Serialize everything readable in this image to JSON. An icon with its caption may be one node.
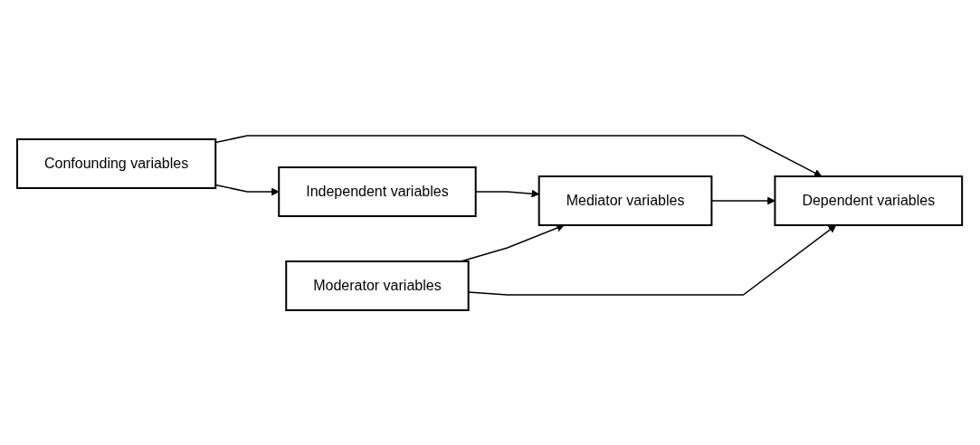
{
  "diagram": {
    "nodes": [
      {
        "text": [
          "Confounding variables"
        ]
      },
      {
        "text": [
          "Independent variables"
        ]
      },
      {
        "text": [
          "Mediator variables"
        ]
      },
      {
        "text": [
          "Dependent variables"
        ]
      },
      {
        "text": [
          "Moderator variables"
        ]
      }
    ],
    "edges": [
      {
        "from": 0,
        "to": 1,
        "arrow": "to"
      },
      {
        "from": 0,
        "to": 3,
        "arrow": "to"
      },
      {
        "from": 1,
        "to": 2,
        "arrow": "to"
      },
      {
        "from": 2,
        "to": 3,
        "arrow": "to"
      },
      {
        "from": 4,
        "to": 2,
        "arrow": "to"
      },
      {
        "from": 4,
        "to": 3,
        "arrow": "to"
      }
    ]
  }
}
